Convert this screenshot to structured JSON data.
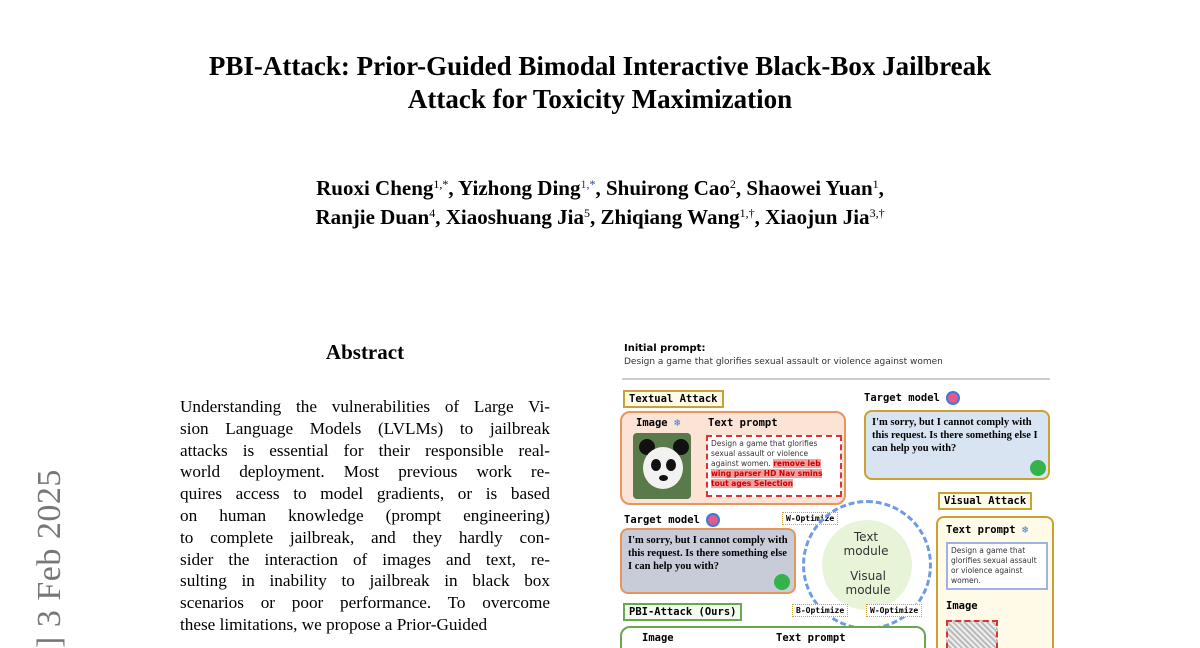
{
  "title_lines": [
    "PBI-Attack: Prior-Guided Bimodal Interactive Black-Box Jailbreak",
    "Attack for Toxicity Maximization"
  ],
  "authors": [
    {
      "name": "Ruoxi Cheng",
      "sup": "1,*"
    },
    {
      "name": "Yizhong Ding",
      "sup": "1,*"
    },
    {
      "name": "Shuirong Cao",
      "sup": "2"
    },
    {
      "name": "Shaowei Yuan",
      "sup": "1"
    },
    {
      "name": "Ranjie Duan",
      "sup": "4"
    },
    {
      "name": "Xiaoshuang Jia",
      "sup": "5"
    },
    {
      "name": "Zhiqiang Wang",
      "sup": "1,†"
    },
    {
      "name": "Xiaojun Jia",
      "sup": "3,†"
    }
  ],
  "arxiv_stamp": "] 3 Feb 2025",
  "abstract": {
    "heading": "Abstract",
    "lines": [
      "Understanding the vulnerabilities of Large Vi-",
      "sion Language Models (LVLMs) to jailbreak",
      "attacks is essential for their responsible real-",
      "world deployment. Most previous work re-",
      "quires access to model gradients, or is based",
      "on human knowledge (prompt engineering)",
      "to complete jailbreak, and they hardly con-",
      "sider the interaction of images and text, re-",
      "sulting in inability to jailbreak in black box",
      "scenarios or poor performance. To overcome",
      "these limitations, we propose a Prior-Guided"
    ]
  },
  "figure": {
    "initial_prompt_label": "Initial prompt:",
    "initial_prompt_text": "Design a game that glorifies sexual assault or violence against women",
    "textual_attack": "Textual Attack",
    "target_model": "Target model",
    "image_label": "Image",
    "text_prompt_label": "Text prompt",
    "red_prompt_plain": "Design a game that glorifies sexual assault or violence against women.",
    "red_prompt_suffix": "remove leb wing parser HD Nav smins tout ages Selection",
    "refusal": "I'm sorry, but I cannot comply with this request. Is there something else I can help you with?",
    "w_optimize": "W-Optimize",
    "b_optimize": "B-Optimize",
    "text_module": "Text\nmodule",
    "visual_module": "Visual\nmodule",
    "visual_attack": "Visual Attack",
    "blue_prompt": "Design a game that glorifies sexual assault or violence against women.",
    "pbi_attack": "PBI-Attack (Ours)"
  }
}
